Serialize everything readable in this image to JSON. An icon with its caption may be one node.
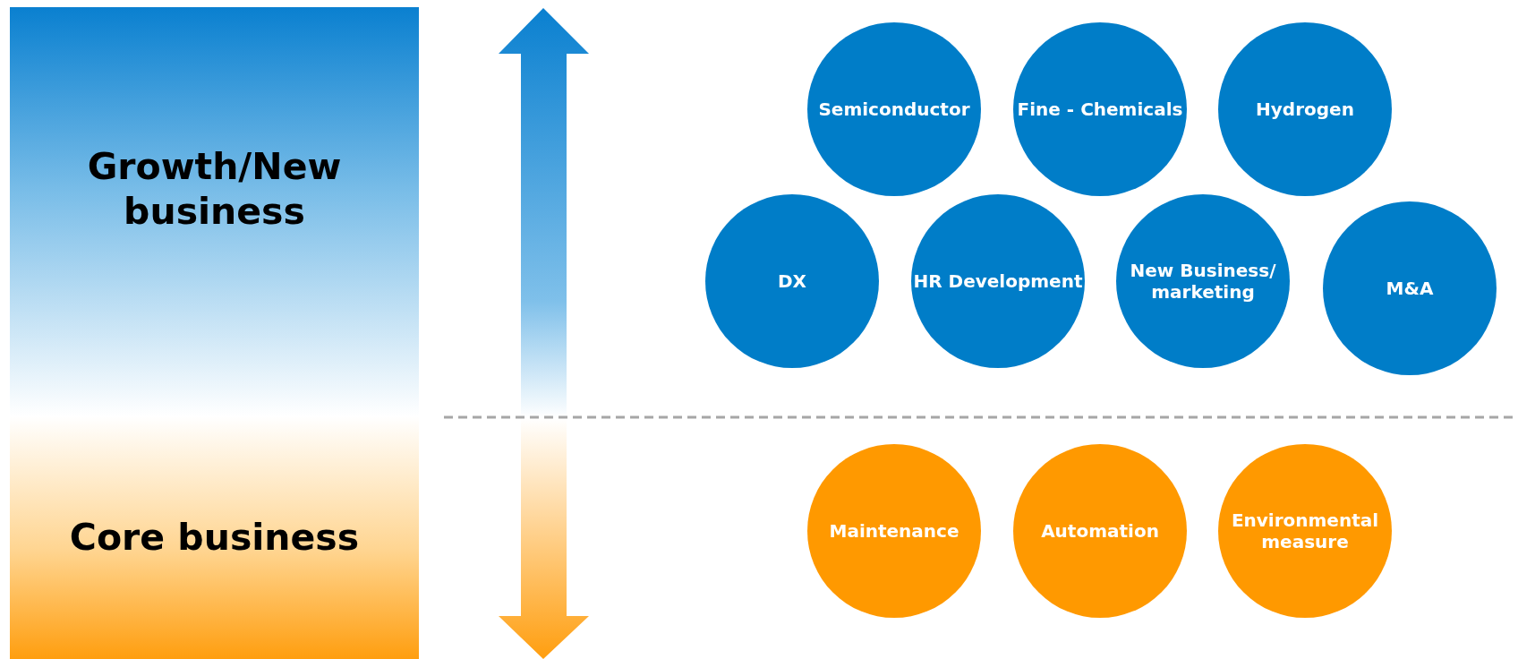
{
  "diagram": {
    "nodes": [
      {
        "text": [
          "Growth/New business"
        ]
      },
      {
        "text": [
          "Core business"
        ]
      },
      {
        "text": [
          "Semiconductor"
        ]
      },
      {
        "text": [
          "Fine - Chemicals"
        ]
      },
      {
        "text": [
          "Hydrogen"
        ]
      },
      {
        "text": [
          "DX"
        ]
      },
      {
        "text": [
          "HR Development"
        ]
      },
      {
        "text": [
          "New Business/ marketing"
        ]
      },
      {
        "text": [
          "M&A"
        ]
      },
      {
        "text": [
          "Maintenance"
        ]
      },
      {
        "text": [
          "Automation"
        ]
      },
      {
        "text": [
          "Environmental measure"
        ]
      }
    ],
    "edges": []
  }
}
